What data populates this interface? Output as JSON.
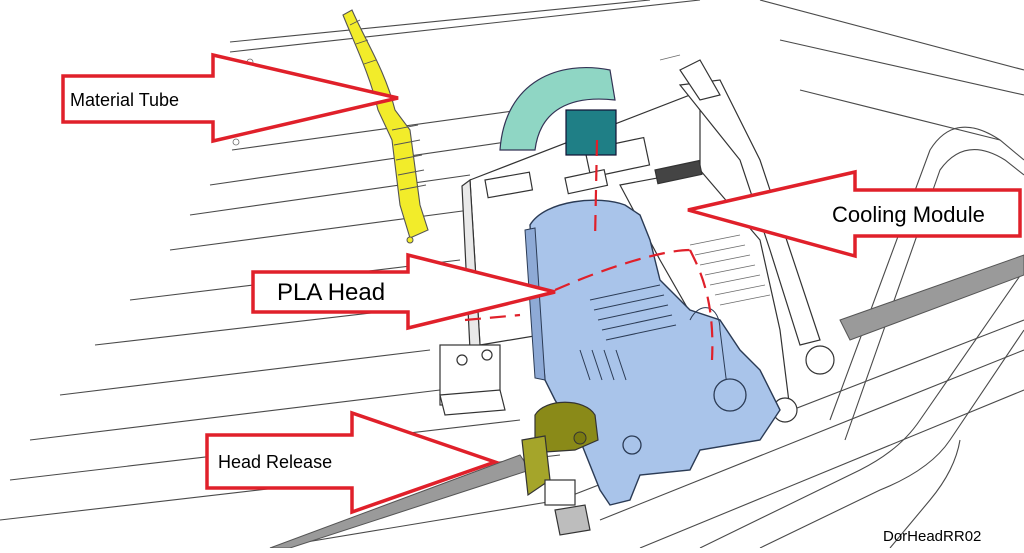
{
  "figure": {
    "callouts": {
      "material_tube": "Material Tube",
      "cooling_module": "Cooling Module",
      "pla_head": "PLA Head",
      "head_release": "Head Release"
    },
    "figure_id": "DorHeadRR02"
  },
  "colors": {
    "callout_outline": "#e0202a",
    "material_tube": "#f2ec2a",
    "pla_head": "#a9c4ea",
    "ribbon_cable": "#8fd6c4",
    "ribbon_connector": "#1f7f86",
    "head_release": "#8a8a18",
    "line_art": "#4a4a4a"
  }
}
